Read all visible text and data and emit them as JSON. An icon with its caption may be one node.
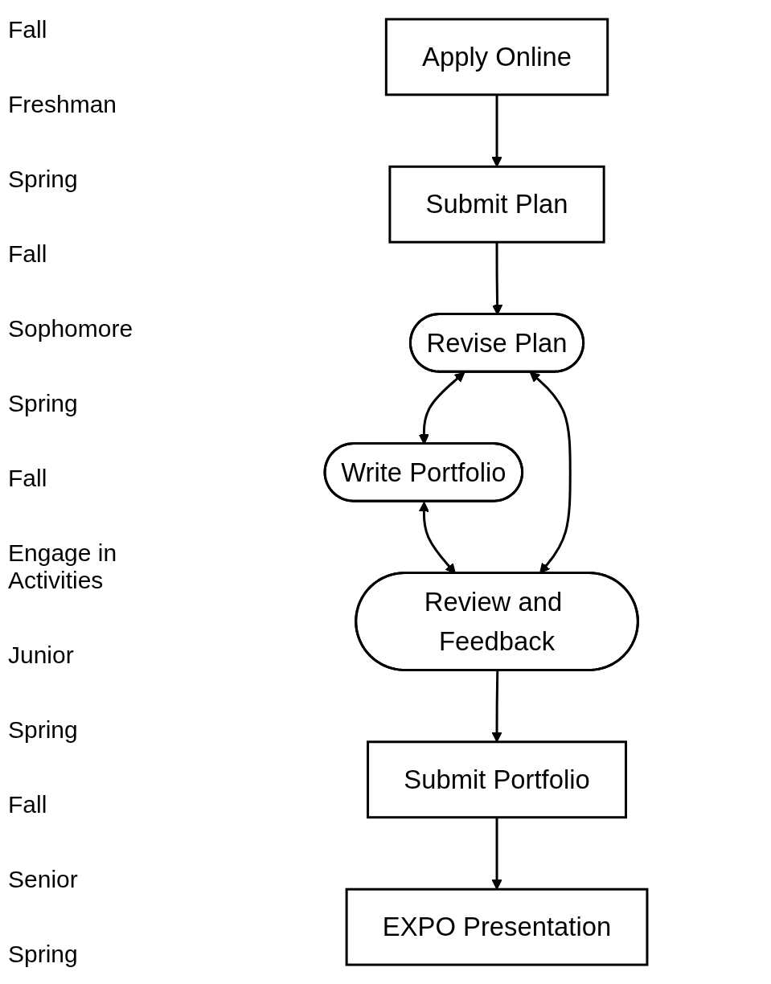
{
  "diagram": {
    "nodes": [
      {
        "text": [
          "Apply Online"
        ]
      },
      {
        "text": [
          "Submit Plan"
        ]
      },
      {
        "text": [
          "Revise Plan"
        ]
      },
      {
        "text": [
          "Write Portfolio"
        ]
      },
      {
        "text": [
          "Review and Feedback"
        ]
      },
      {
        "text": [
          "Submit Portfolio"
        ]
      },
      {
        "text": [
          "EXPO Presentation"
        ]
      }
    ],
    "edges": [
      {
        "from": 0,
        "to": 1,
        "arrow": "to"
      },
      {
        "from": 1,
        "to": 2,
        "arrow": "to"
      },
      {
        "from": 2,
        "to": 3,
        "arrow": "both"
      },
      {
        "from": 3,
        "to": 4,
        "arrow": "both"
      },
      {
        "from": 4,
        "to": 2,
        "arrow": "both"
      },
      {
        "from": 4,
        "to": 5,
        "arrow": "to"
      },
      {
        "from": 5,
        "to": 6,
        "arrow": "to"
      }
    ],
    "labels": [
      "Fall",
      "Freshman",
      "Spring",
      "Fall",
      "Sophomore",
      "Spring",
      "Fall",
      "Engage in Activities",
      "Junior",
      "Spring",
      "Fall",
      "Senior",
      "Spring"
    ]
  }
}
